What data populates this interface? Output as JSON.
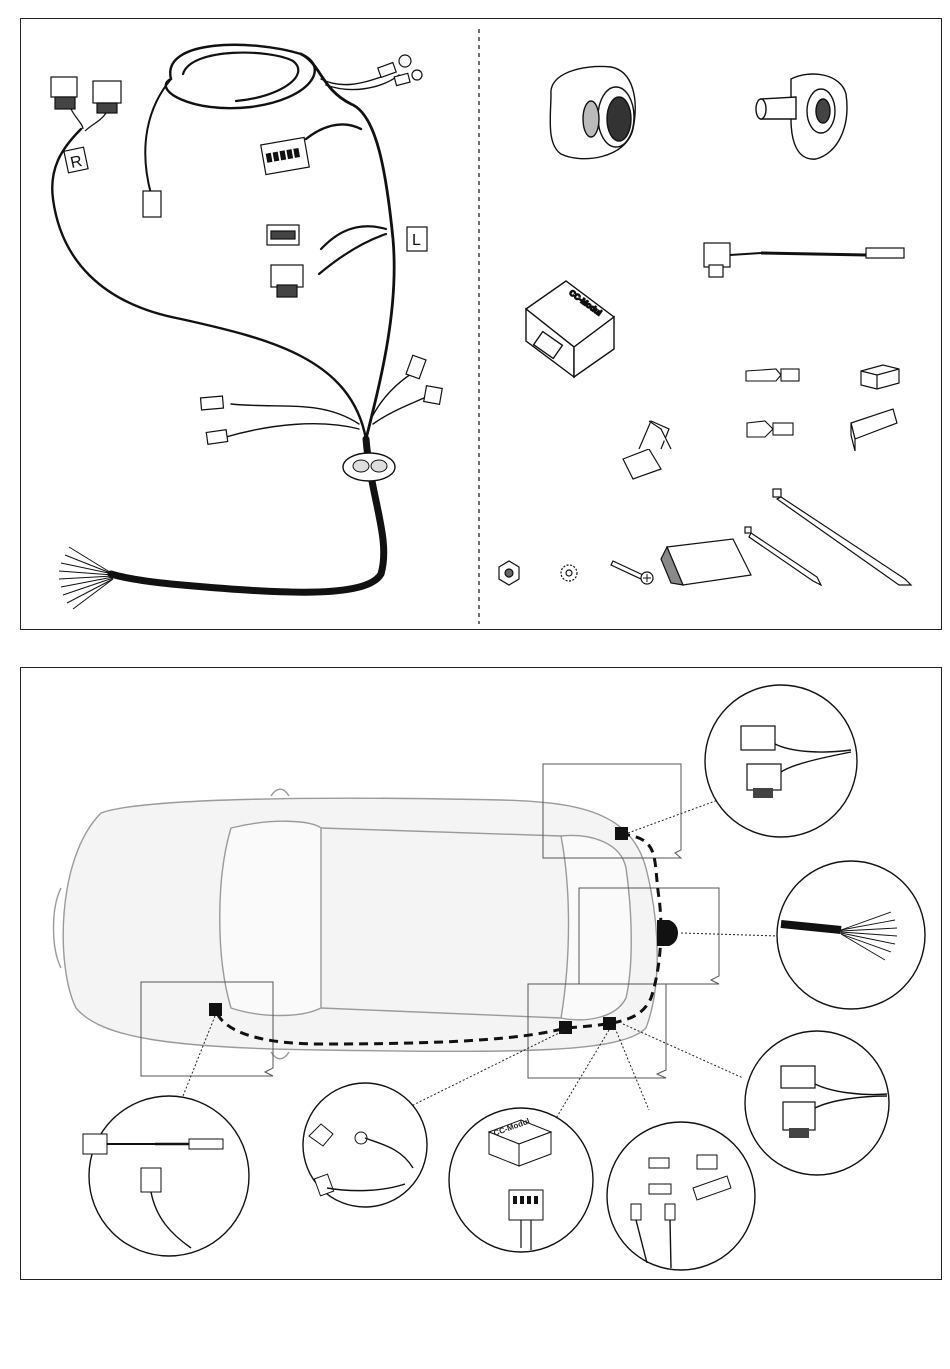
{
  "kit": {
    "harness_labels": {
      "right": "R",
      "left": "L"
    },
    "module_label": "CC-Modul"
  },
  "installation": {
    "detail_circles": [
      {
        "name": "rear-left-light-connectors"
      },
      {
        "name": "socket-wire-bundle"
      },
      {
        "name": "rear-right-light-connectors"
      },
      {
        "name": "splice-connectors"
      },
      {
        "name": "cc-module-connector"
      },
      {
        "name": "ground-connections"
      },
      {
        "name": "power-connector"
      }
    ]
  },
  "colors": {
    "line": "#111111",
    "car_outline": "#9a9a9a",
    "car_fill": "#f2f2f2"
  }
}
